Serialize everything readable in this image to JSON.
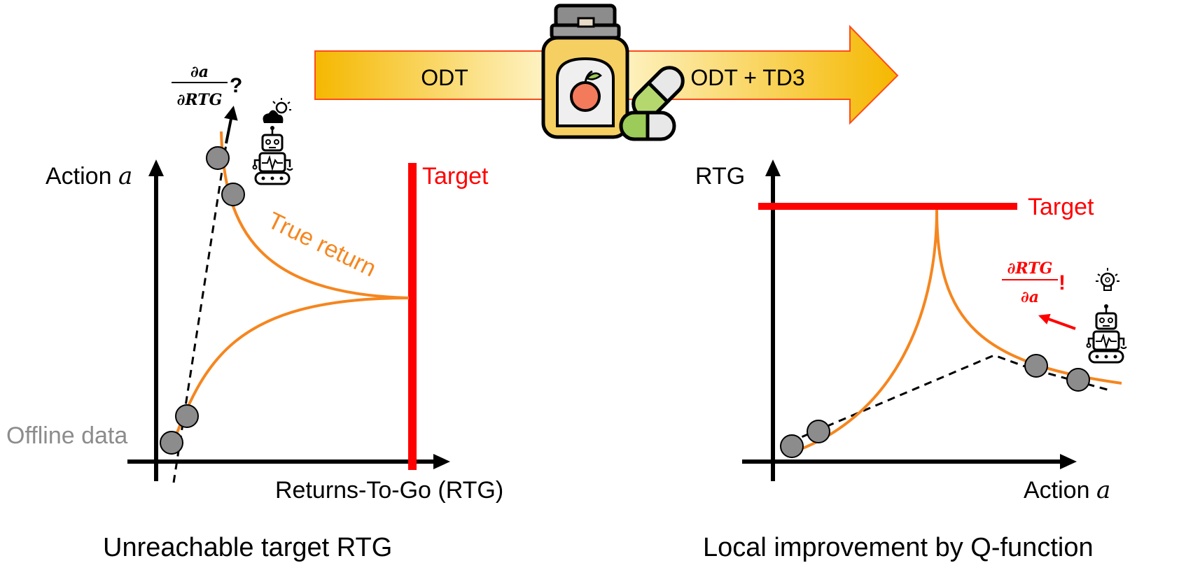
{
  "arrow": {
    "left_label": "ODT",
    "right_label": "ODT + TD3"
  },
  "left_panel": {
    "y_label_text": "Action ",
    "y_label_var": "a",
    "x_label": "Returns-To-Go (RTG)",
    "target_label": "Target",
    "curve_label": "True return",
    "offline_label": "Offline data",
    "gradient_numerator": "∂a",
    "gradient_denominator": "∂RTG",
    "gradient_mark": "?",
    "caption": "Unreachable target RTG"
  },
  "right_panel": {
    "y_label": "RTG",
    "x_label_text": "Action ",
    "x_label_var": "a",
    "target_label": "Target",
    "gradient_numerator": "∂RTG",
    "gradient_denominator": "∂a",
    "gradient_mark": "!",
    "caption": "Local improvement by Q-function"
  },
  "colors": {
    "target": "#ff0000",
    "curve": "#f5861f",
    "data_point": "#8c8c8c",
    "offline_text": "#8c8c8c",
    "arrow_gradient_start": "#f5b800",
    "arrow_gradient_mid": "#fffbe0",
    "arrow_border": "#ff4a1a"
  }
}
